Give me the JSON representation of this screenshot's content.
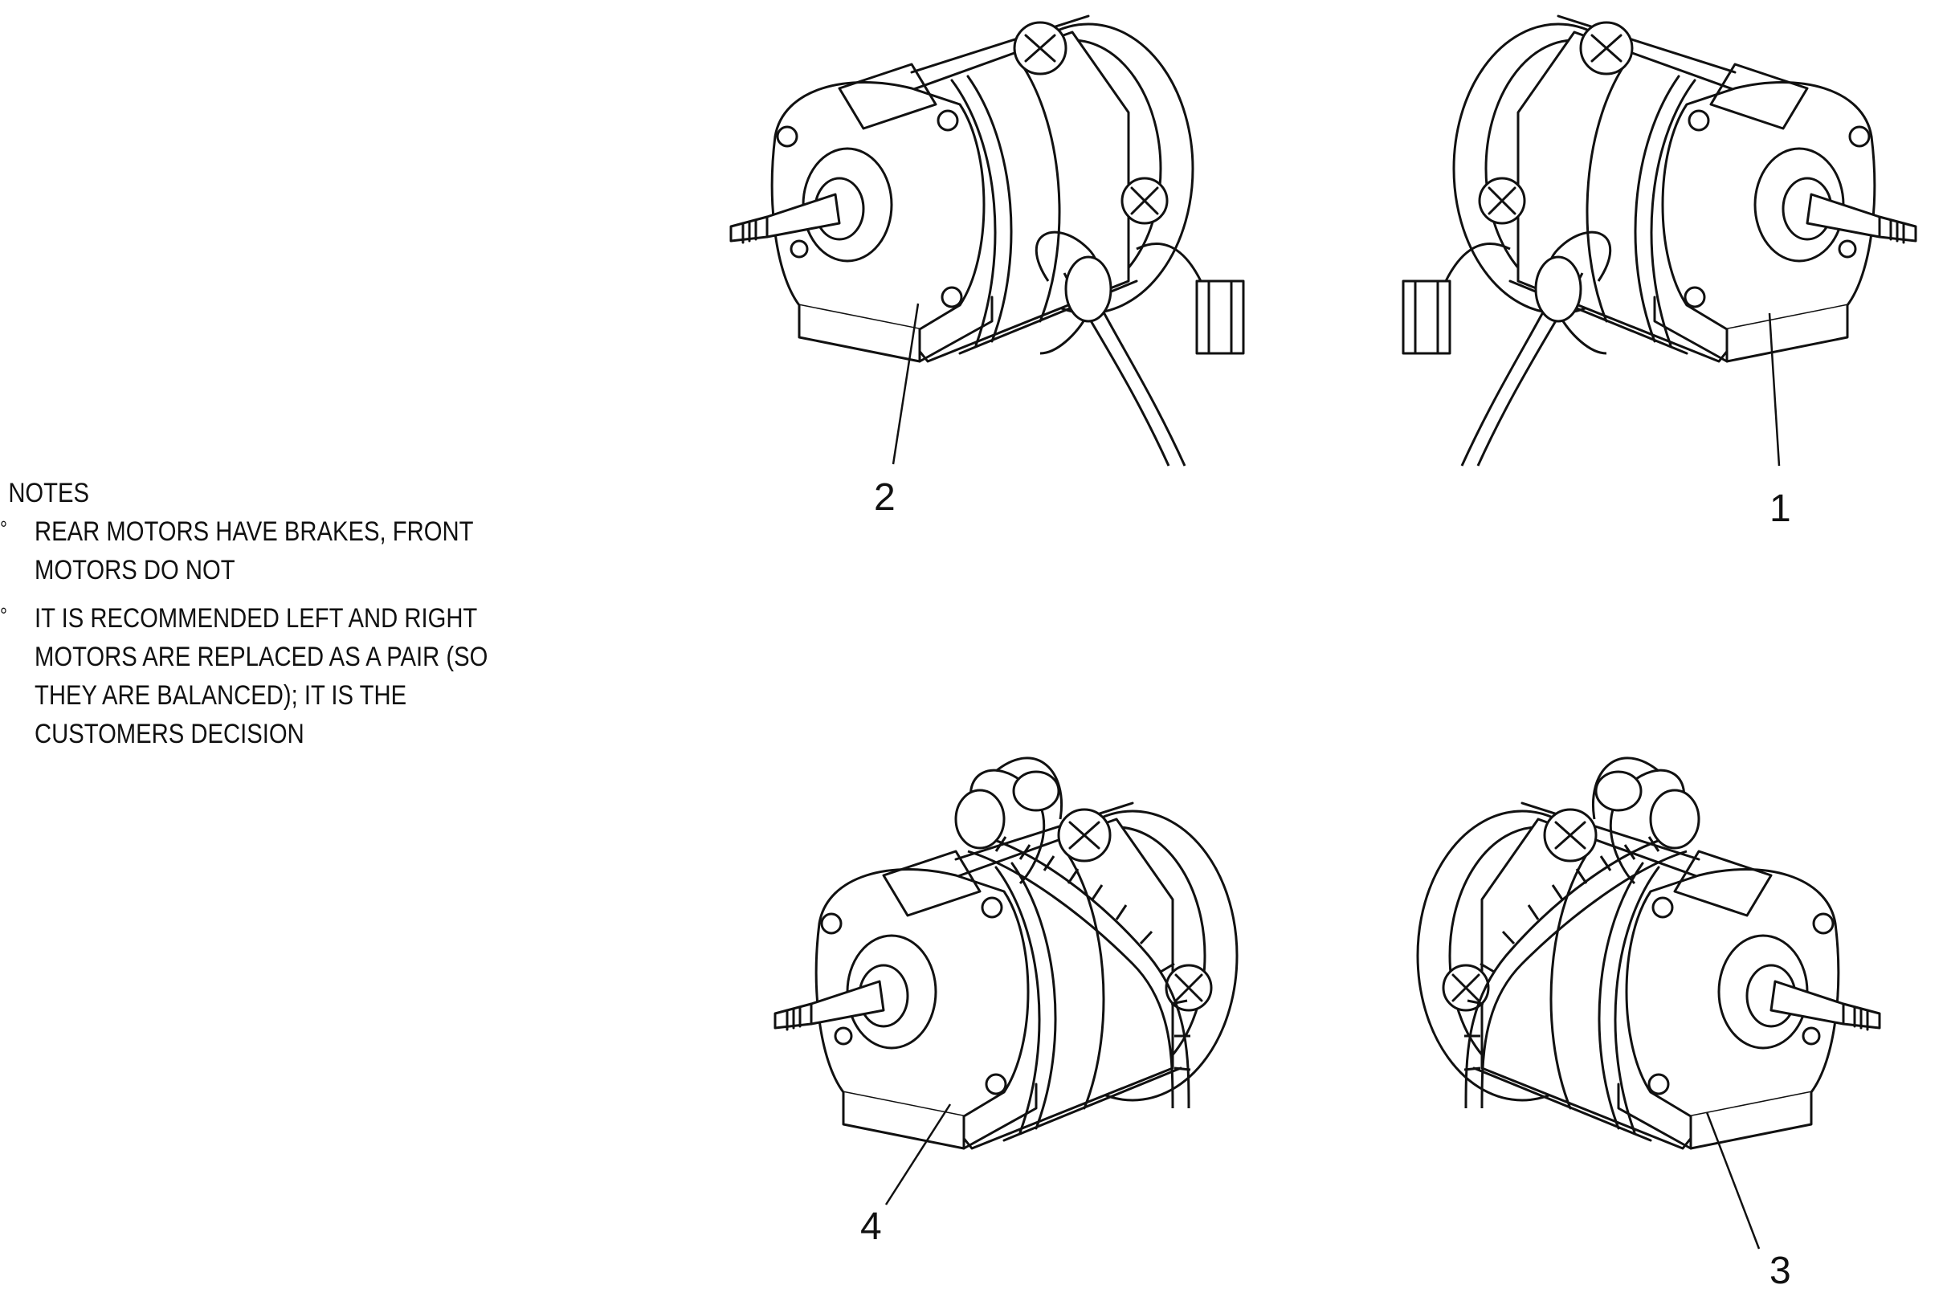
{
  "notes": {
    "title": "NOTES",
    "bullet": "°",
    "items": [
      "REAR MOTORS HAVE BRAKES, FRONT MOTORS DO NOT",
      "IT IS RECOMMENDED LEFT AND RIGHT MOTORS ARE REPLACED AS A PAIR (SO THEY ARE BALANCED); IT IS THE CUSTOMERS DECISION"
    ]
  },
  "callouts": [
    "1",
    "2",
    "3",
    "4"
  ],
  "motors": [
    {
      "callout": "1",
      "orientation": "right",
      "wiring": "connector"
    },
    {
      "callout": "2",
      "orientation": "left",
      "wiring": "connector"
    },
    {
      "callout": "3",
      "orientation": "right",
      "wiring": "wrapped-harness"
    },
    {
      "callout": "4",
      "orientation": "left",
      "wiring": "wrapped-harness"
    }
  ],
  "colors": {
    "line": "#111111",
    "background": "#ffffff"
  }
}
